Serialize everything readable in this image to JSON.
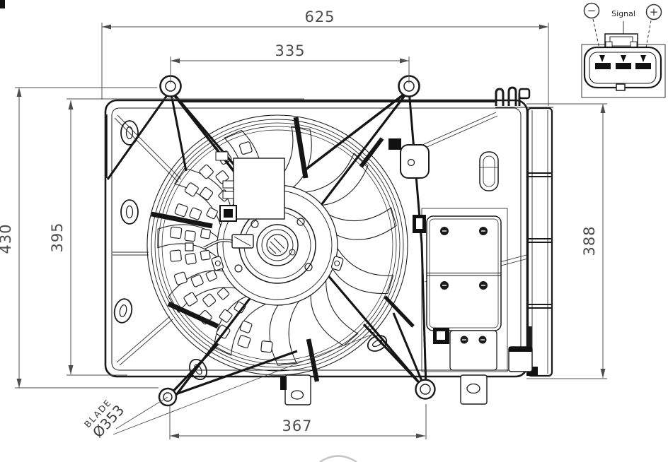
{
  "colors": {
    "ink": "#1a1a1a",
    "dim_lines": "#4d4d4d",
    "dim_text": "#4d4d4d",
    "watermark": "#c5c5ca",
    "background": "#ffffff"
  },
  "dimensions": {
    "overall_width": "625",
    "upper_mount_span": "335",
    "overall_height": "430",
    "shroud_height": "395",
    "side_profile_height": "388",
    "lower_mount_span": "367"
  },
  "blade_callout": {
    "label": "BLADE",
    "diameter": "Ø353"
  },
  "connector_detail": {
    "negative_symbol": "−",
    "signal_label": "Signal",
    "positive_symbol": "+"
  }
}
